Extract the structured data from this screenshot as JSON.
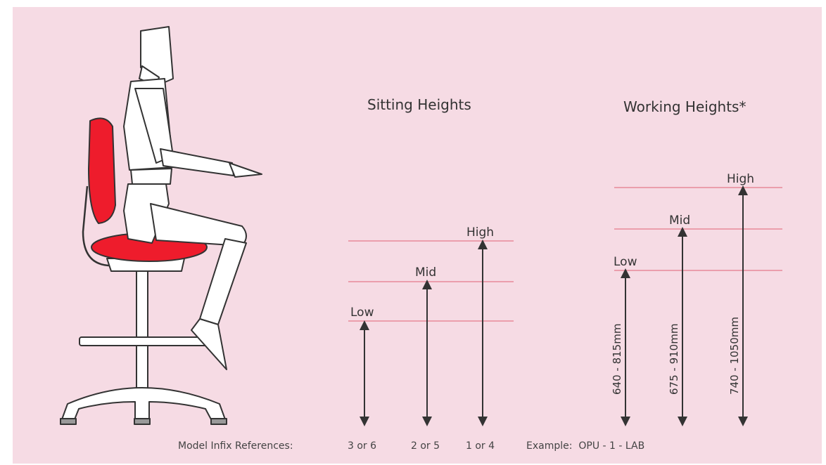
{
  "sitting": {
    "title": "Sitting Heights",
    "levels": {
      "low": "Low",
      "mid": "Mid",
      "high": "High"
    }
  },
  "working": {
    "title": "Working Heights*",
    "levels": {
      "low": "Low",
      "mid": "Mid",
      "high": "High"
    },
    "ranges": {
      "low": "640 - 815mm",
      "mid": "675 - 910mm",
      "high": "740 - 1050mm"
    }
  },
  "footer": {
    "label": "Model Infix References:",
    "refs": {
      "low": "3 or 6",
      "mid": "2 or 5",
      "high": "1 or 4"
    },
    "example": "Example:  OPU - 1 - LAB"
  },
  "colors": {
    "panel": "#f6dbe4",
    "upholstery": "#ee1c2c",
    "guide_line": "#e78a9a",
    "ink": "#333333"
  }
}
